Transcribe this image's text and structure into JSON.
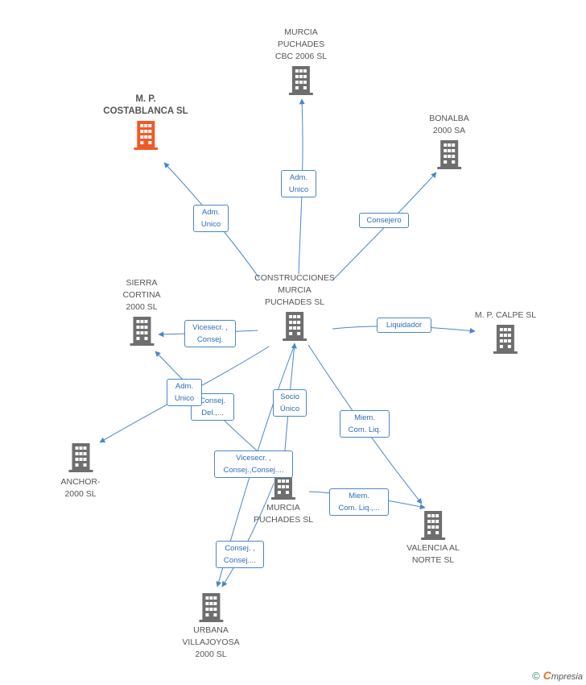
{
  "nodes": [
    {
      "id": "central",
      "label": "CONSTRUCCIONES\nMURCIA\nPUCHADES SL",
      "highlight": false
    },
    {
      "id": "mp_costablanca",
      "label": "M. P.\nCOSTABLANCA SL",
      "highlight": true
    },
    {
      "id": "murcia_cbc",
      "label": "MURCIA\nPUCHADES\nCBC 2006 SL",
      "highlight": false
    },
    {
      "id": "bonalba",
      "label": "BONALBA\n2000 SA",
      "highlight": false
    },
    {
      "id": "sierra",
      "label": "SIERRA\nCORTINA\n2000 SL",
      "highlight": false
    },
    {
      "id": "mp_calpe",
      "label": "M. P. CALPE SL",
      "highlight": false
    },
    {
      "id": "anchor",
      "label": "ANCHOR-\n2000 SL",
      "highlight": false
    },
    {
      "id": "murcia_puchades",
      "label": "MURCIA\nPUCHADES SL",
      "highlight": false
    },
    {
      "id": "valencia",
      "label": "VALENCIA AL\nNORTE SL",
      "highlight": false
    },
    {
      "id": "urbana",
      "label": "URBANA\nVILLAJOYOSA\n2000 SL",
      "highlight": false
    }
  ],
  "edge_labels": [
    {
      "id": "e_cbc",
      "text": "Adm.\nUnico"
    },
    {
      "id": "e_costablanca",
      "text": "Adm.\nUnico"
    },
    {
      "id": "e_bonalba",
      "text": "Consejero"
    },
    {
      "id": "e_sierra",
      "text": "Vicesecr. ,\nConsej."
    },
    {
      "id": "e_calpe",
      "text": "Liquidador"
    },
    {
      "id": "e_anchor_a",
      "text": "Consej.\nDel.,..."
    },
    {
      "id": "e_anchor_b",
      "text": "Adm.\nUnico"
    },
    {
      "id": "e_socio",
      "text": "Socio\nÚnico"
    },
    {
      "id": "e_valencia_a",
      "text": "Miem.\nCom. Liq."
    },
    {
      "id": "e_urbana_a",
      "text": "Vicesecr. ,\nConsej.,Consej...."
    },
    {
      "id": "e_valencia_b",
      "text": "Miem.\nCom. Liq.,..."
    },
    {
      "id": "e_urbana_b",
      "text": "Consej. ,\nConsej...."
    }
  ],
  "footer": {
    "copyright": "©",
    "brand_initial": "C",
    "brand_rest": "mpresia"
  },
  "colors": {
    "edge": "#4a86c8",
    "icon": "#6e6e6e",
    "icon_highlight": "#f05a28"
  }
}
